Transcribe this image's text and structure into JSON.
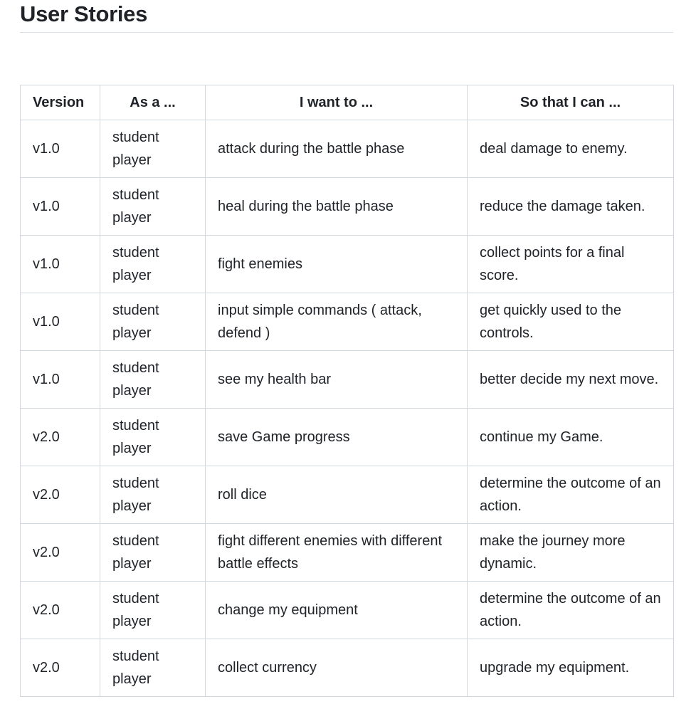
{
  "section": {
    "title": "User Stories"
  },
  "table": {
    "headers": {
      "version": "Version",
      "as_a": "As a ...",
      "i_want_to": "I want to ...",
      "so_that": "So that I can ..."
    },
    "rows": [
      {
        "version": "v1.0",
        "role": "student player",
        "want": "attack during the battle phase",
        "benefit": "deal damage to enemy."
      },
      {
        "version": "v1.0",
        "role": "student player",
        "want": "heal during the battle phase",
        "benefit": "reduce the damage taken."
      },
      {
        "version": "v1.0",
        "role": "student player",
        "want": "fight enemies",
        "benefit": "collect points for a final score."
      },
      {
        "version": "v1.0",
        "role": "student player",
        "want": "input simple commands ( attack, defend )",
        "benefit": "get quickly used to the controls."
      },
      {
        "version": "v1.0",
        "role": "student player",
        "want": "see my health bar",
        "benefit": "better decide my next move."
      },
      {
        "version": "v2.0",
        "role": "student player",
        "want": "save Game progress",
        "benefit": "continue my Game."
      },
      {
        "version": "v2.0",
        "role": "student player",
        "want": "roll dice",
        "benefit": "determine the outcome of an action."
      },
      {
        "version": "v2.0",
        "role": "student player",
        "want": "fight different enemies with different battle effects",
        "benefit": "make the journey more dynamic."
      },
      {
        "version": "v2.0",
        "role": "student player",
        "want": "change my equipment",
        "benefit": "determine the outcome of an action."
      },
      {
        "version": "v2.0",
        "role": "student player",
        "want": "collect currency",
        "benefit": "upgrade my equipment."
      }
    ]
  }
}
